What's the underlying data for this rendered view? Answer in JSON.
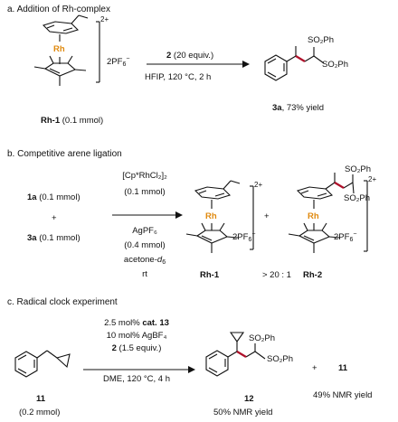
{
  "sections": {
    "a": {
      "title": "a. Addition of Rh-complex",
      "complex_label": "Rh-1",
      "complex_amount": "(0.1 mmol)",
      "charge": "2+",
      "counterion": "2PF",
      "counterion_sub": "6",
      "counterion_sup": "−",
      "metal": "Rh",
      "reagent_bold": "2",
      "reagent_rest": " (20 equiv.)",
      "conditions": "HFIP, 120 °C, 2 h",
      "product_label": "3a",
      "product_yield": ", 73% yield",
      "so2ph_top": "SO₂Ph",
      "so2ph_bottom": "SO₂Ph"
    },
    "b": {
      "title": "b. Competitive arene ligation",
      "reactant1_bold": "1a",
      "reactant1_rest": " (0.1 mmol)",
      "plus": "+",
      "reactant2_bold": "3a",
      "reactant2_rest": " (0.1 mmol)",
      "cond1": "[Cp*RhCl₂]₂",
      "cond2": "(0.1 mmol)",
      "cond3": "AgPF₆",
      "cond4": "(0.4 mmol)",
      "cond5_pre": "acetone-",
      "cond5_d": "d",
      "cond5_sub": "6",
      "cond6": "rt",
      "product1_label": "Rh-1",
      "product2_label": "Rh-2",
      "ratio": "> 20 : 1",
      "plus2": "+",
      "charge": "2+",
      "counterion": "2PF",
      "counterion_sub": "6",
      "counterion_sup": "−",
      "metal": "Rh",
      "so2ph_top": "SO₂Ph",
      "so2ph_bottom": "SO₂Ph"
    },
    "c": {
      "title": "c. Radical clock experiment",
      "cond1": "2.5 mol% ",
      "cond1_bold": "cat. 13",
      "cond2": "10 mol% AgBF₄",
      "cond3_bold": "2",
      "cond3_rest": " (1.5 equiv.)",
      "cond4": "DME, 120 °C, 4 h",
      "reactant_label": "11",
      "reactant_amount": "(0.2 mmol)",
      "product_label": "12",
      "product_yield": "50% NMR yield",
      "plus": "+",
      "side_label": "11",
      "side_yield": "49% NMR yield",
      "so2ph_top": "SO₂Ph",
      "so2ph_bottom": "SO₂Ph"
    }
  },
  "colors": {
    "rh": "#e08a10",
    "highlight_bond": "#b0102a",
    "line": "#111111"
  }
}
